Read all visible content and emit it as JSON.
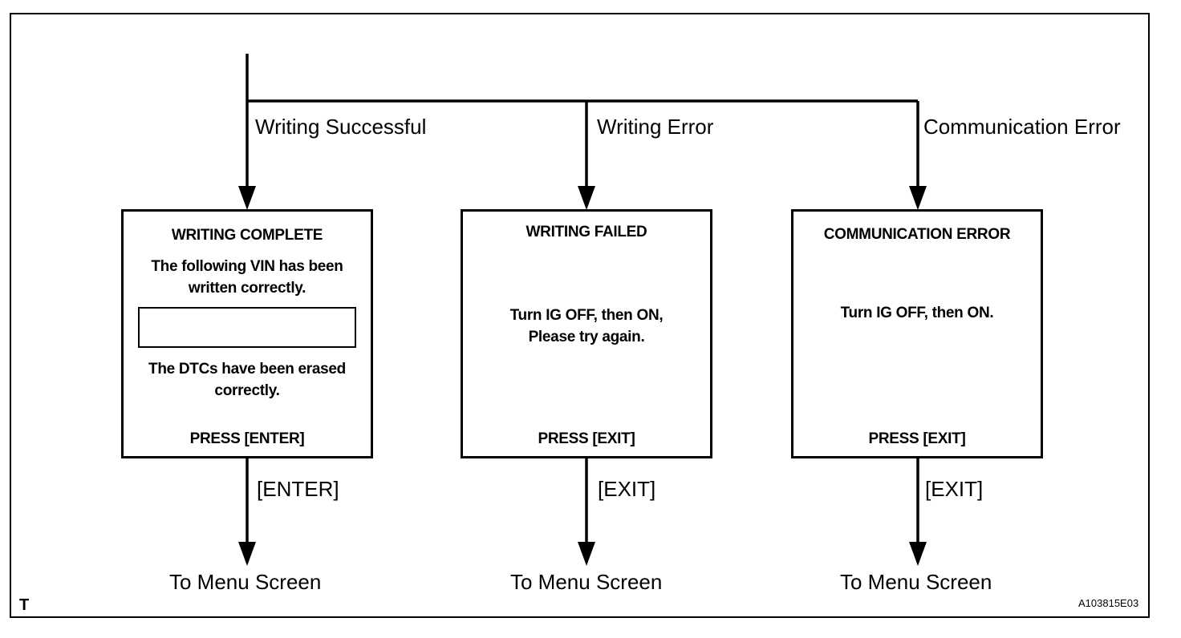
{
  "branches": {
    "success": "Writing Successful",
    "write_error": "Writing Error",
    "comm_error": "Communication Error"
  },
  "screens": {
    "complete": {
      "title": "WRITING COMPLETE",
      "message1": "The following VIN has been\nwritten correctly.",
      "message2": "The DTCs have been erased\ncorrectly.",
      "prompt": "PRESS [ENTER]"
    },
    "failed": {
      "title": "WRITING  FAILED",
      "message": "Turn IG OFF, then ON,\nPlease try again.",
      "prompt": "PRESS [EXIT]"
    },
    "comm": {
      "title": "COMMUNICATION ERROR",
      "message": "Turn IG OFF, then ON.",
      "prompt": "PRESS [EXIT]"
    }
  },
  "edges": {
    "enter": "[ENTER]",
    "exit1": "[EXIT]",
    "exit2": "[EXIT]"
  },
  "destinations": {
    "d1": "To Menu Screen",
    "d2": "To Menu Screen",
    "d3": "To Menu Screen"
  },
  "corner_mark": "T",
  "figure_id": "A103815E03"
}
